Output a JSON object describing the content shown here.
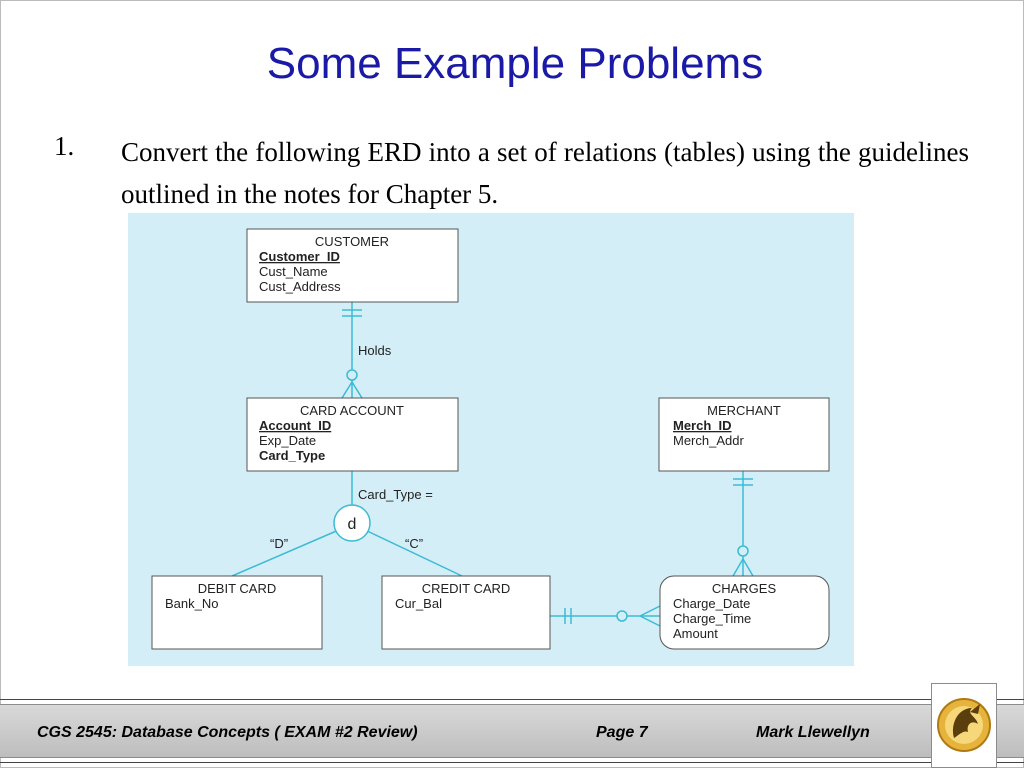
{
  "slide": {
    "title": "Some Example Problems",
    "item_number": "1.",
    "item_text": "Convert the following ERD into a set of relations (tables) using the guidelines outlined in the notes for Chapter 5."
  },
  "diagram": {
    "entities": {
      "customer": {
        "name": "CUSTOMER",
        "key": "Customer_ID",
        "attributes": [
          "Cust_Name",
          "Cust_Address"
        ]
      },
      "card_account": {
        "name": "CARD ACCOUNT",
        "key": "Account_ID",
        "attributes": [
          "Exp_Date"
        ],
        "discriminator": "Card_Type"
      },
      "merchant": {
        "name": "MERCHANT",
        "key": "Merch_ID",
        "attributes": [
          "Merch_Addr"
        ]
      },
      "debit_card": {
        "name": "DEBIT CARD",
        "attributes": [
          "Bank_No"
        ]
      },
      "credit_card": {
        "name": "CREDIT CARD",
        "attributes": [
          "Cur_Bal"
        ]
      },
      "charges": {
        "name": "CHARGES",
        "attributes": [
          "Charge_Date",
          "Charge_Time",
          "Amount"
        ]
      }
    },
    "relationship_label": "Holds",
    "subtype_discriminator_label": "Card_Type =",
    "disjoint_symbol": "d",
    "subtype_values": {
      "debit": "“D”",
      "credit": "“C”"
    },
    "colors": {
      "background": "#d4eef8",
      "line": "#3bbbd4",
      "box_border": "#555555"
    }
  },
  "footer": {
    "course": "CGS 2545: Database Concepts  ( EXAM #2  Review)",
    "page": "Page 7",
    "author": "Mark Llewellyn"
  }
}
